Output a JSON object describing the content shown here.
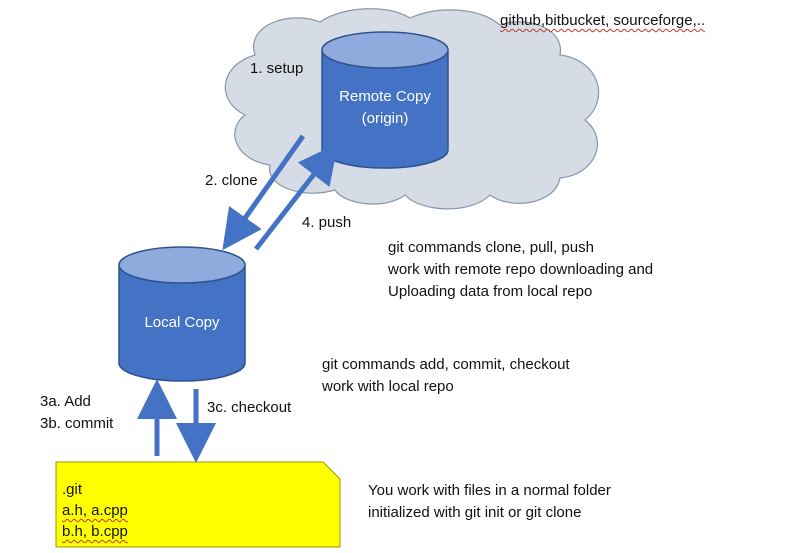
{
  "hosts_note": "github,bitbucket, sourceforge,..",
  "remote": {
    "line1": "Remote Copy",
    "line2": "(origin)"
  },
  "local": {
    "label": "Local Copy"
  },
  "steps": {
    "setup": "1. setup",
    "clone": "2. clone",
    "push": "4. push",
    "add": "3a. Add",
    "commit": "3b. commit",
    "checkout": "3c. checkout"
  },
  "notes": {
    "remote": [
      "git commands clone, pull, push",
      "work with remote repo  downloading and",
      "Uploading data from local repo"
    ],
    "local": [
      "git commands add, commit, checkout",
      "work with local repo"
    ],
    "folder": [
      "You work with files in a normal folder",
      "initialized with git init or git clone"
    ]
  },
  "folder_files": [
    ".git",
    "a.h, a.cpp",
    "b.h, b.cpp"
  ],
  "colors": {
    "cylinder": "#4472c4",
    "cylinder_top": "#8faadc",
    "cloud": "#d6dce5",
    "arrow": "#4472c4",
    "folder": "#ffff00"
  }
}
